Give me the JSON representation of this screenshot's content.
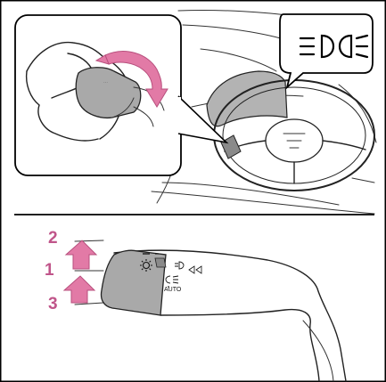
{
  "bottom_panel": {
    "lever_auto_label": "AUTO",
    "steps": [
      {
        "number": "2",
        "color": "#c0558a"
      },
      {
        "number": "1",
        "color": "#c0558a"
      },
      {
        "number": "3",
        "color": "#c0558a"
      }
    ]
  },
  "colors": {
    "accent_pink": "#e27aa6",
    "lever_gray": "#a9a9a9",
    "frame": "#000000"
  },
  "icons": [
    "headlight-symbol-icon",
    "light-knob-icon",
    "rotation-arrow-icon",
    "sun-icon",
    "up-arrow-icon"
  ]
}
